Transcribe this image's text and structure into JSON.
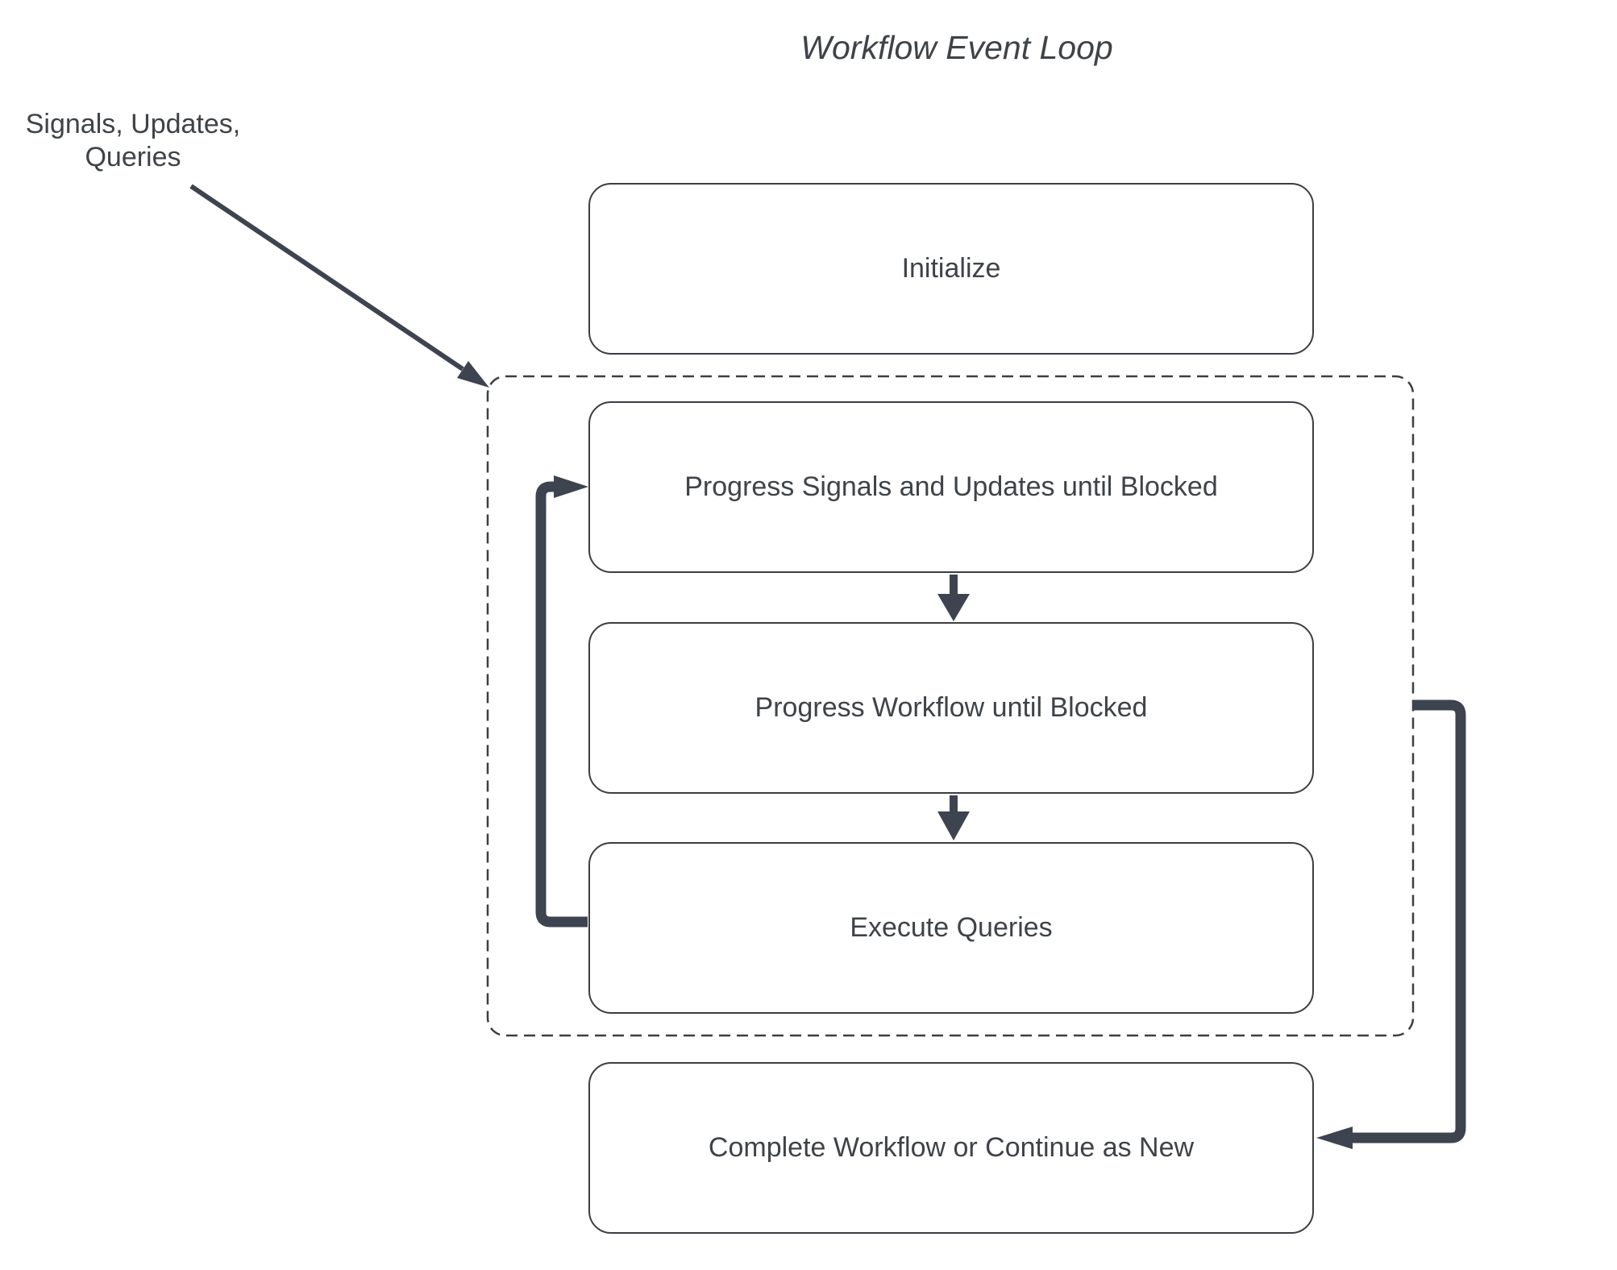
{
  "diagram": {
    "title": "Workflow Event Loop"
  },
  "labels": {
    "external_events": "Signals, Updates,\nQueries"
  },
  "nodes": [
    {
      "id": "initialize",
      "label": "Initialize"
    },
    {
      "id": "progress-signals-updates",
      "label": "Progress Signals and Updates until Blocked"
    },
    {
      "id": "progress-workflow",
      "label": "Progress Workflow until Blocked"
    },
    {
      "id": "execute-queries",
      "label": "Execute Queries"
    },
    {
      "id": "complete-or-continue",
      "label": "Complete Workflow or Continue as New"
    }
  ],
  "container": {
    "id": "event-loop-container",
    "style": "dashed",
    "contains": [
      "progress-signals-updates",
      "progress-workflow",
      "execute-queries"
    ]
  },
  "edges": [
    {
      "from": "external-events-label",
      "to": "event-loop-container",
      "style": "thin-arrow"
    },
    {
      "from": "progress-signals-updates",
      "to": "progress-workflow",
      "style": "down-arrow"
    },
    {
      "from": "progress-workflow",
      "to": "execute-queries",
      "style": "down-arrow"
    },
    {
      "from": "execute-queries",
      "to": "progress-signals-updates",
      "style": "thick-loop-left"
    },
    {
      "from": "event-loop-container",
      "to": "complete-or-continue",
      "style": "thick-loop-right"
    }
  ],
  "colors": {
    "line": "#3d4450",
    "box-border": "#3b3e42",
    "text": "#3f4347",
    "background": "#ffffff"
  }
}
